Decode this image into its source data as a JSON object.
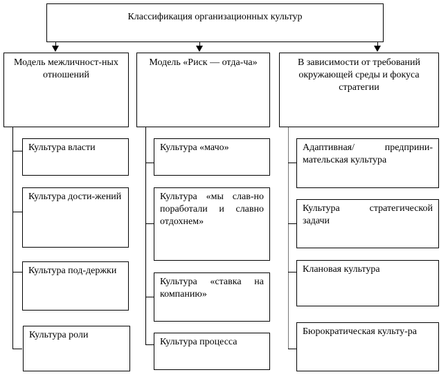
{
  "root": "Классификация организационных культур",
  "categories": [
    {
      "title": "Модель межличност-ных отношений",
      "items": [
        "Культура власти",
        "Культура дости-жений",
        "Культура под-держки",
        "Культура роли"
      ]
    },
    {
      "title": "Модель «Риск — отда-ча»",
      "items": [
        "Культура «мачо»",
        "Культура «мы слав-но поработали и славно отдохнем»",
        "Культура «ставка на компанию»",
        "Культура процесса"
      ]
    },
    {
      "title": "В зависимости от требований окружающей среды и фокуса стратегии",
      "items": [
        "Адаптивная/ предприни-мательская культура",
        "Культура стратегической задачи",
        "Клановая культура",
        "Бюрократическая культу-ра"
      ]
    }
  ]
}
